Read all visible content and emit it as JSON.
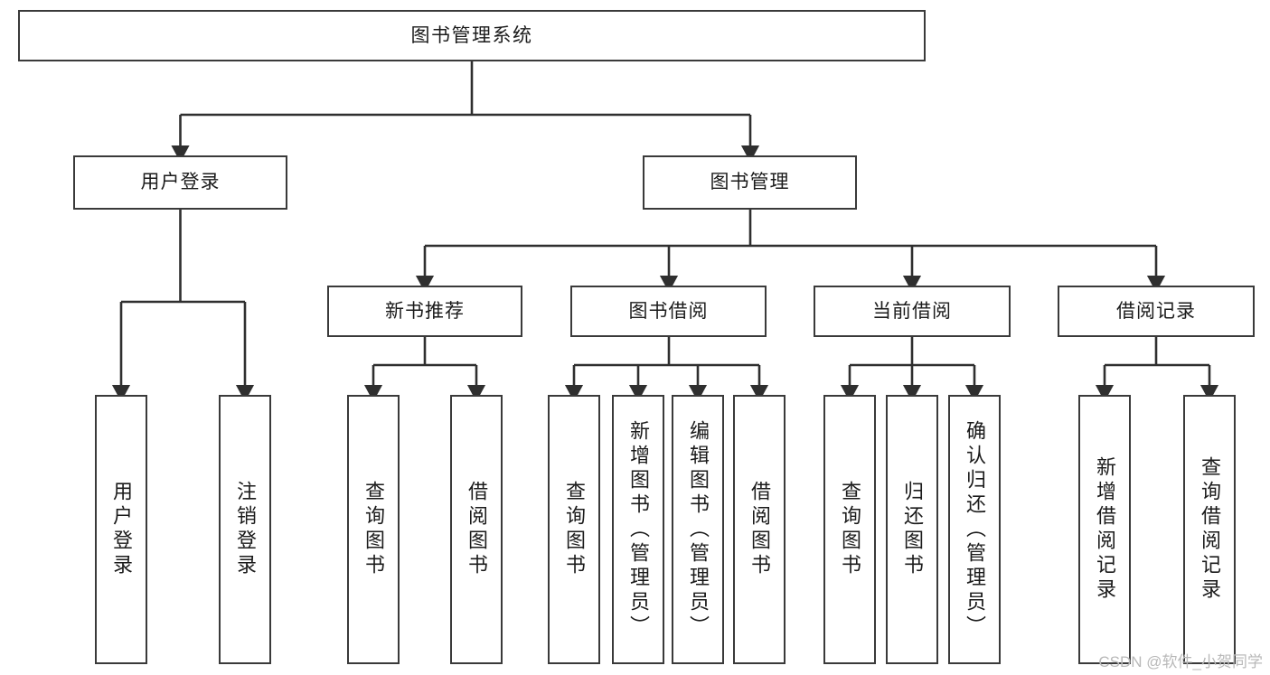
{
  "diagram": {
    "type": "tree-hierarchy",
    "title": "图书管理系统",
    "watermark": "CSDN @软件_小贺同学",
    "colors": {
      "box_border": "#3a3a3a",
      "box_fill": "#ffffff",
      "edge": "#2f2f2f",
      "text": "#1b1b1b",
      "watermark": "#b9b9b9",
      "background": "#ffffff"
    },
    "root": {
      "label": "图书管理系统"
    },
    "level1": [
      {
        "label": "用户登录"
      },
      {
        "label": "图书管理"
      }
    ],
    "level2": [
      {
        "label": "新书推荐"
      },
      {
        "label": "图书借阅"
      },
      {
        "label": "当前借阅"
      },
      {
        "label": "借阅记录"
      }
    ],
    "leaves": {
      "user_login": [
        {
          "label": "用户登录"
        },
        {
          "label": "注销登录"
        }
      ],
      "new_book_recommend": [
        {
          "label": "查询图书"
        },
        {
          "label": "借阅图书"
        }
      ],
      "book_borrow": [
        {
          "label": "查询图书"
        },
        {
          "label": "新增图书（管理员）"
        },
        {
          "label": "编辑图书（管理员）"
        },
        {
          "label": "借阅图书"
        }
      ],
      "current_borrow": [
        {
          "label": "查询图书"
        },
        {
          "label": "归还图书"
        },
        {
          "label": "确认归还（管理员）"
        }
      ],
      "borrow_record": [
        {
          "label": "新增借阅记录"
        },
        {
          "label": "查询借阅记录"
        }
      ]
    }
  }
}
